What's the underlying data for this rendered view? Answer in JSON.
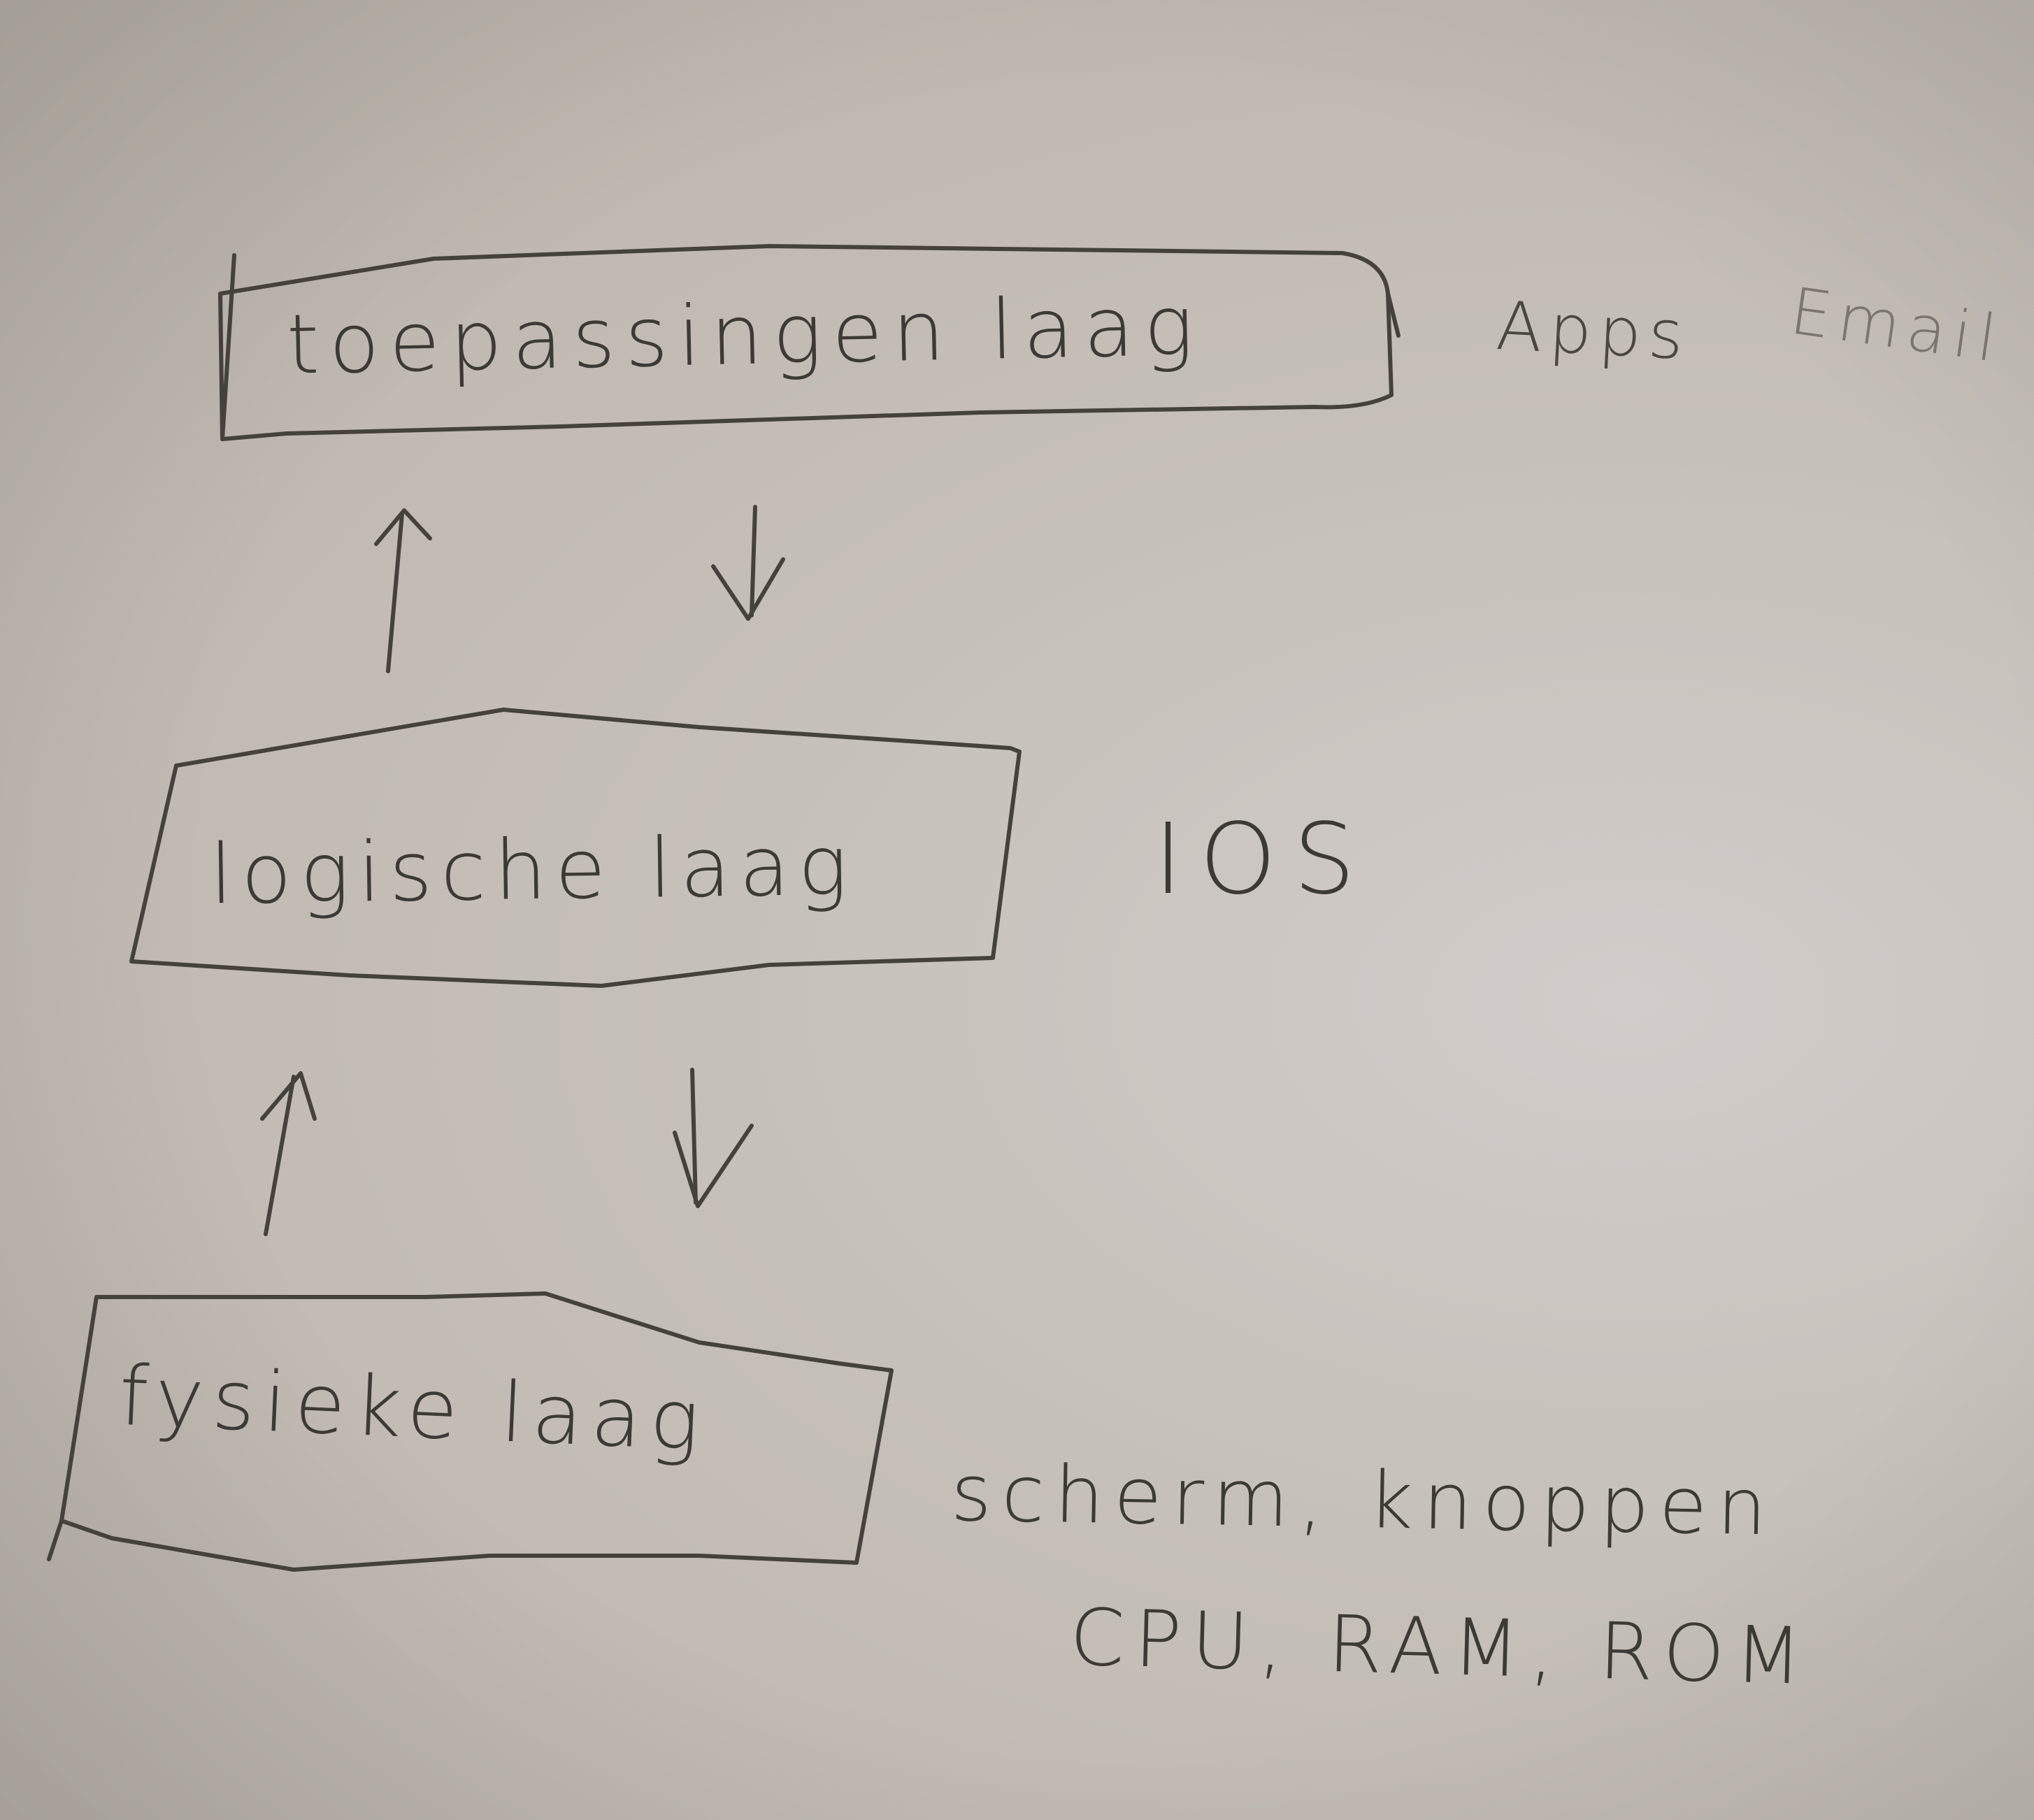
{
  "diagram": {
    "layers": [
      {
        "id": "top",
        "label": "toepassingen laag",
        "note": [
          "Apps",
          "Email"
        ]
      },
      {
        "id": "mid",
        "label": "logische laag",
        "note": [
          "IOS"
        ]
      },
      {
        "id": "bot",
        "label": "fysieke laag",
        "note": [
          "scherm, knoppen",
          "CPU, RAM, ROM"
        ]
      }
    ],
    "connectors": [
      {
        "between": [
          "bot",
          "mid"
        ],
        "arrows": [
          "up",
          "down"
        ]
      },
      {
        "between": [
          "mid",
          "top"
        ],
        "arrows": [
          "up",
          "down"
        ]
      }
    ],
    "colors": {
      "ink": "#3c3a35",
      "paper": "#c6c0ba"
    }
  }
}
